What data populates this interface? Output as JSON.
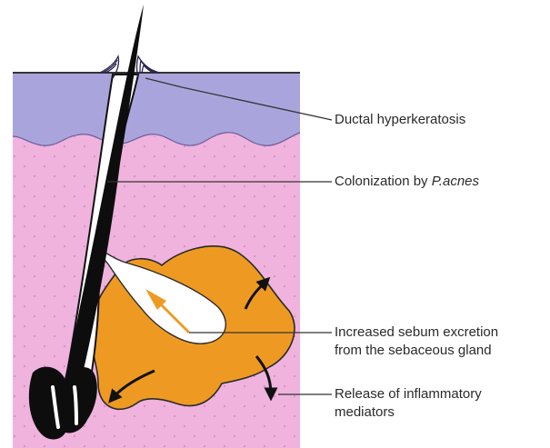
{
  "labels": {
    "ductal_hyperkeratosis": "Ductal hyperkeratosis",
    "colonization_prefix": "Colonization by ",
    "colonization_organism": "P.acnes",
    "sebum_line1": "Increased sebum excretion",
    "sebum_line2": "from the  sebaceous gland",
    "inflammatory_line1": "Release of inflammatory",
    "inflammatory_line2": "mediators"
  },
  "colors": {
    "epidermis": "#a9a5dc",
    "dermis": "#efb3dd",
    "sebaceous_gland": "#ee9a22",
    "hair": "#0d0d0d",
    "leader_line": "#333333"
  }
}
